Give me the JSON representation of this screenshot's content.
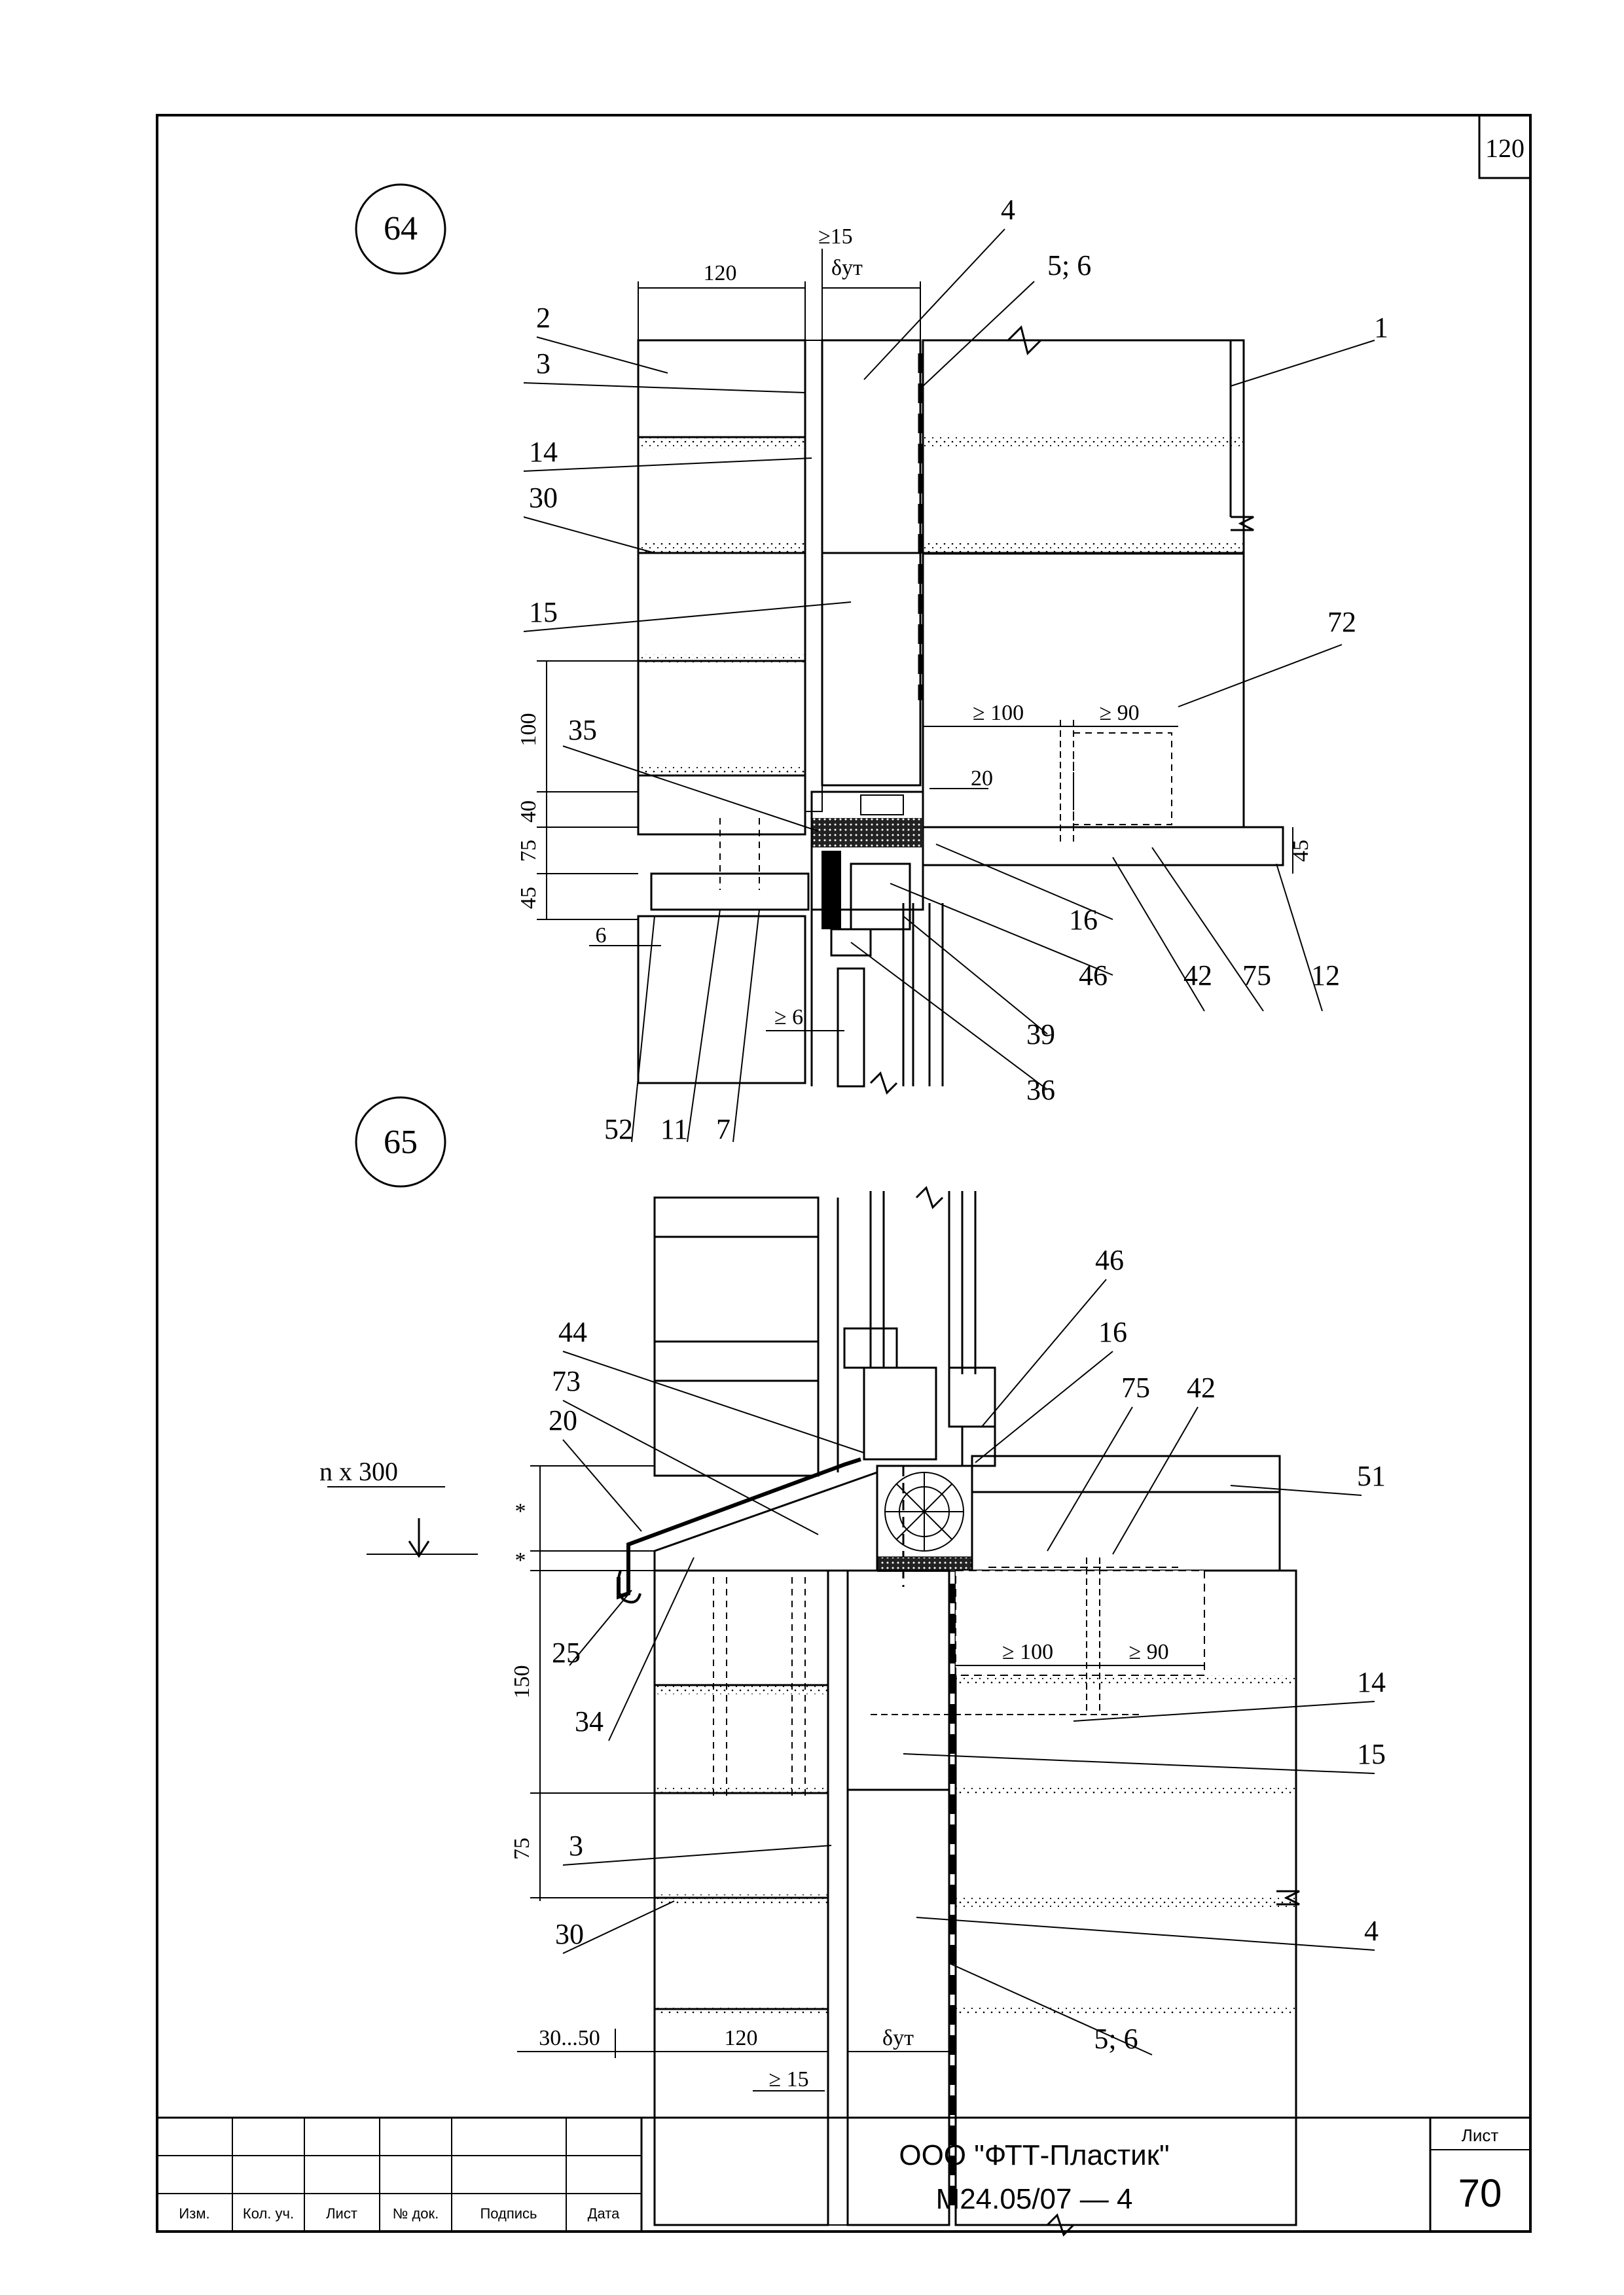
{
  "sheet_ref": "120",
  "details": [
    {
      "number": "64",
      "dims": {
        "top_120": "120",
        "gap": "≥15",
        "insulation": "δут",
        "h100": "100",
        "h40": "40",
        "h75": "75",
        "h45_left": "45",
        "h45_right": "45",
        "d6": "6",
        "ge6": "≥ 6",
        "ge100": "≥ 100",
        "ge90": "≥ 90",
        "d20": "20"
      },
      "callouts": [
        "1",
        "2",
        "3",
        "4",
        "5; 6",
        "14",
        "30",
        "15",
        "72",
        "35",
        "16",
        "46",
        "42",
        "75",
        "12",
        "39",
        "36",
        "52",
        "11",
        "7"
      ]
    },
    {
      "number": "65",
      "dims": {
        "n300": "n x 300",
        "star1": "*",
        "star2": "*",
        "h150": "150",
        "h75": "75",
        "bottom_30_50": "30...50",
        "bottom_120": "120",
        "insulation": "δут",
        "gap": "≥ 15",
        "ge100": "≥ 100",
        "ge90": "≥ 90"
      },
      "callouts": [
        "44",
        "46",
        "16",
        "73",
        "75",
        "42",
        "20",
        "51",
        "25",
        "34",
        "14",
        "15",
        "3",
        "30",
        "4",
        "5; 6"
      ]
    }
  ],
  "title_block": {
    "columns": [
      "Изм.",
      "Кол. уч.",
      "Лист",
      "№ док.",
      "Подпись",
      "Дата"
    ],
    "organization": "ООО \"ФТТ-Пластик\"",
    "doc_code": "М24.05/07 — 4",
    "sheet_label": "Лист",
    "sheet_number": "70"
  }
}
